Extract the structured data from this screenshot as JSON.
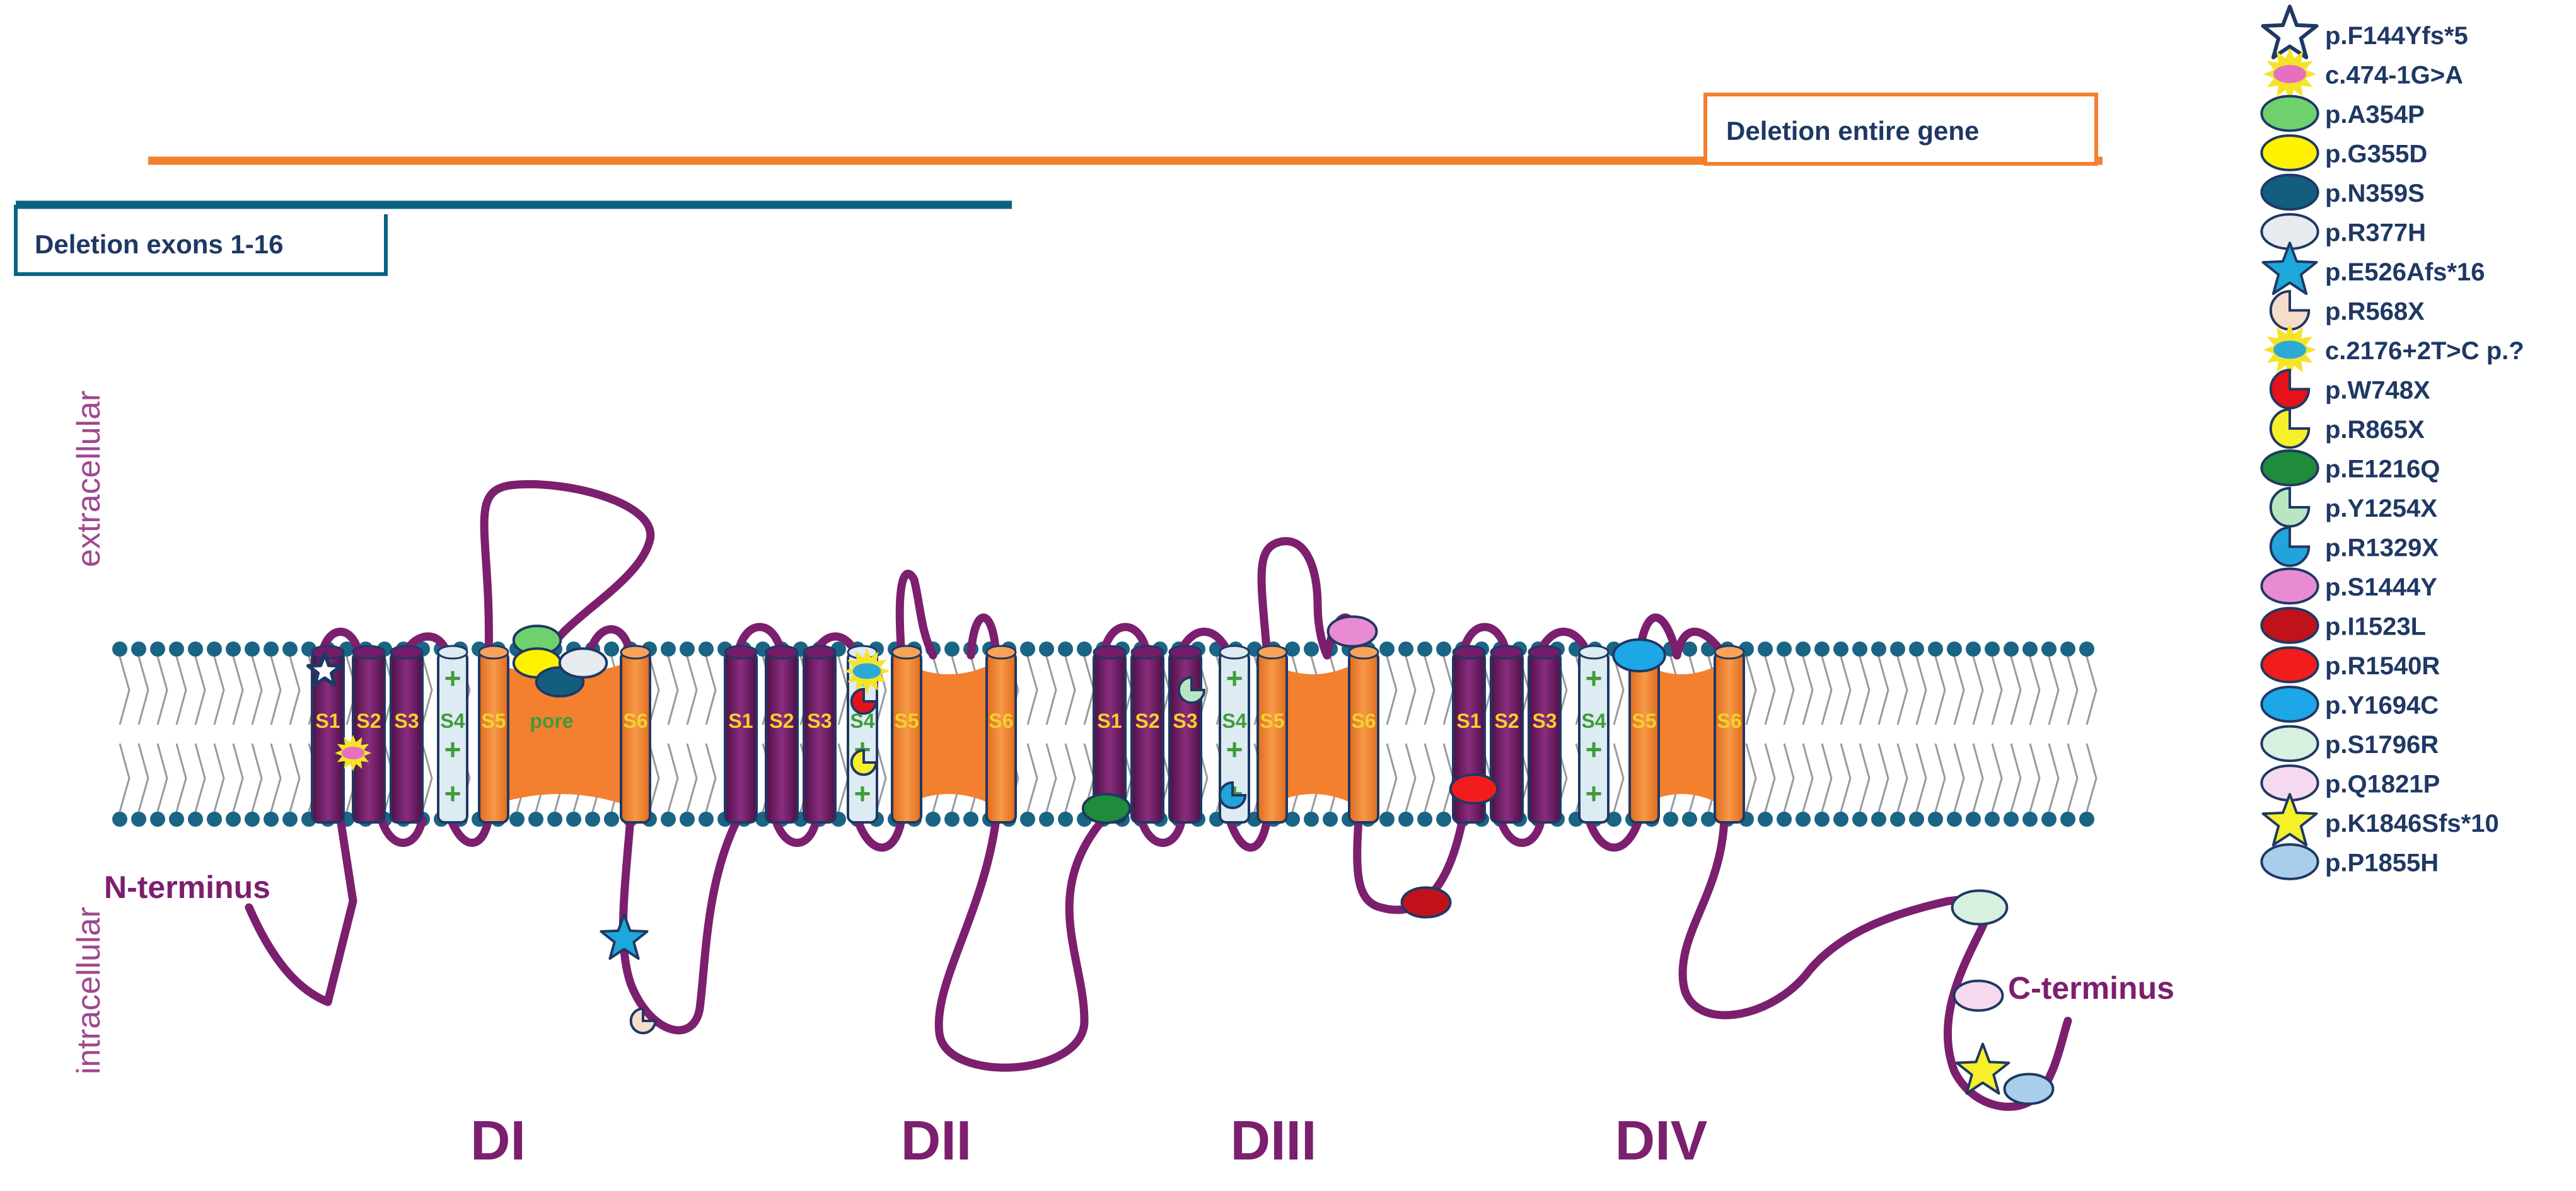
{
  "colors": {
    "purple": "#7B1F6E",
    "orange": "#F2802E",
    "teal": "#0A6481",
    "navy": "#1F3864",
    "helix_purple": "#741B69",
    "helix_light": "#DDEBF2",
    "s_label": "#F2D12E",
    "s4_label": "#3F9C3A",
    "lipid_head": "#1A6585",
    "lipid_tail": "#9A9A9A"
  },
  "deletions": [
    {
      "label": "Deletion entire gene"
    },
    {
      "label": "Deletion exons 1-16"
    }
  ],
  "side_labels": {
    "extracellular": "extracellular",
    "intracellular": "intracellular"
  },
  "terminus": {
    "n": "N-terminus",
    "c": "C-terminus"
  },
  "domains": [
    "DI",
    "DII",
    "DIII",
    "DIV"
  ],
  "segments": [
    "S1",
    "S2",
    "S3",
    "S4",
    "S5",
    "S6"
  ],
  "pore_label": "pore",
  "plus_sign": "+",
  "legend": [
    {
      "label": "p.F144Yfs*5",
      "icon": "star-outline-icon",
      "fill": "#FFFFFF",
      "stroke": "#1F3864"
    },
    {
      "label": "c.474-1G>A",
      "icon": "burst-icon",
      "fill": "#E76FC0",
      "stroke": "#F5E32A"
    },
    {
      "label": "p.A354P",
      "icon": "oval-icon",
      "fill": "#6FD16E",
      "stroke": "#1F3864"
    },
    {
      "label": "p.G355D",
      "icon": "oval-icon",
      "fill": "#FFF200",
      "stroke": "#1F3864"
    },
    {
      "label": "p.N359S",
      "icon": "oval-icon",
      "fill": "#135E7E",
      "stroke": "#1F3864"
    },
    {
      "label": "p.R377H",
      "icon": "oval-icon",
      "fill": "#E7EBF0",
      "stroke": "#1F3864"
    },
    {
      "label": "p.E526Afs*16",
      "icon": "star-icon",
      "fill": "#1EA7D9",
      "stroke": "#1F3864"
    },
    {
      "label": "p.R568X",
      "icon": "pacman-icon",
      "fill": "#F6DDCB",
      "stroke": "#1F3864"
    },
    {
      "label": "c.2176+2T>C p.?",
      "icon": "burst-icon",
      "fill": "#2DA9D6",
      "stroke": "#F5E32A"
    },
    {
      "label": "p.W748X",
      "icon": "pacman-icon",
      "fill": "#E5121C",
      "stroke": "#1F3864"
    },
    {
      "label": "p.R865X",
      "icon": "pacman-icon",
      "fill": "#F5F02A",
      "stroke": "#1F3864"
    },
    {
      "label": "p.E1216Q",
      "icon": "oval-icon",
      "fill": "#1E8C3A",
      "stroke": "#1F3864"
    },
    {
      "label": "p.Y1254X",
      "icon": "pacman-icon",
      "fill": "#B9E6C1",
      "stroke": "#1F3864"
    },
    {
      "label": "p.R1329X",
      "icon": "pacman-icon",
      "fill": "#22A4DB",
      "stroke": "#1F3864"
    },
    {
      "label": "p.S1444Y",
      "icon": "oval-icon",
      "fill": "#E98BD2",
      "stroke": "#1F3864"
    },
    {
      "label": "p.I1523L",
      "icon": "oval-icon",
      "fill": "#C1121C",
      "stroke": "#1F3864"
    },
    {
      "label": "p.R1540R",
      "icon": "oval-icon",
      "fill": "#F21C1C",
      "stroke": "#1F3864"
    },
    {
      "label": "p.Y1694C",
      "icon": "oval-icon",
      "fill": "#1EA7E6",
      "stroke": "#1F3864"
    },
    {
      "label": "p.S1796R",
      "icon": "oval-icon",
      "fill": "#D7F0DF",
      "stroke": "#1F3864"
    },
    {
      "label": "p.Q1821P",
      "icon": "oval-icon",
      "fill": "#F5D9EE",
      "stroke": "#1F3864"
    },
    {
      "label": "p.K1846Sfs*10",
      "icon": "star-icon",
      "fill": "#F5F02A",
      "stroke": "#1F3864"
    },
    {
      "label": "p.P1855H",
      "icon": "oval-icon",
      "fill": "#A9CEEB",
      "stroke": "#1F3864"
    }
  ]
}
